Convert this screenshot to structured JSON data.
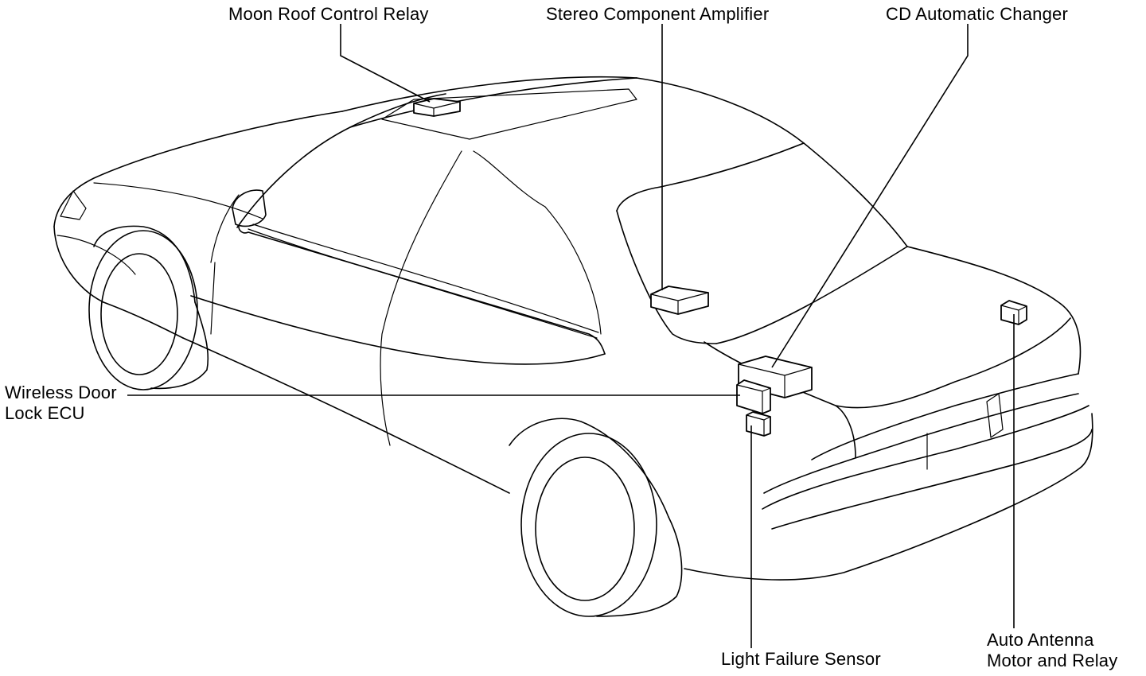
{
  "labels": {
    "moon_roof_control_relay": "Moon Roof Control Relay",
    "stereo_component_amplifier": "Stereo Component Amplifier",
    "cd_automatic_changer": "CD Automatic Changer",
    "wireless_door_lock_ecu_line1": "Wireless Door",
    "wireless_door_lock_ecu_line2": "Lock ECU",
    "light_failure_sensor": "Light Failure Sensor",
    "auto_antenna_line1": "Auto Antenna",
    "auto_antenna_line2": "Motor and Relay"
  }
}
